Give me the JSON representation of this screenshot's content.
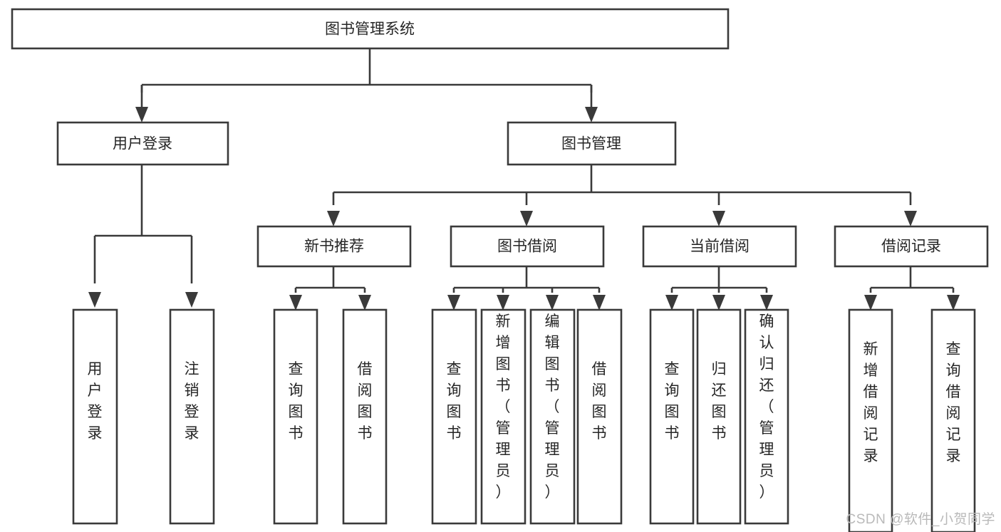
{
  "diagram": {
    "type": "tree",
    "title": "图书管理系统",
    "watermark": "CSDN @软件_小贺同学",
    "colors": {
      "stroke": "#3a3a3a",
      "box_fill": "#ffffff",
      "text": "#262626",
      "background": "#ffffff",
      "watermark": "#b9b9b9"
    },
    "nodes": {
      "root": {
        "label": "图书管理系统",
        "level": 0,
        "orientation": "horizontal"
      },
      "l1_a": {
        "label": "用户登录",
        "level": 1,
        "orientation": "horizontal"
      },
      "l1_b": {
        "label": "图书管理",
        "level": 1,
        "orientation": "horizontal"
      },
      "l2_a": {
        "label": "新书推荐",
        "level": 2,
        "orientation": "horizontal"
      },
      "l2_b": {
        "label": "图书借阅",
        "level": 2,
        "orientation": "horizontal"
      },
      "l2_c": {
        "label": "当前借阅",
        "level": 2,
        "orientation": "horizontal"
      },
      "l2_d": {
        "label": "借阅记录",
        "level": 2,
        "orientation": "horizontal"
      },
      "leaf_1": {
        "label": "用户登录",
        "level": 3,
        "orientation": "vertical"
      },
      "leaf_2": {
        "label": "注销登录",
        "level": 3,
        "orientation": "vertical"
      },
      "leaf_3": {
        "label": "查询图书",
        "level": 3,
        "orientation": "vertical"
      },
      "leaf_4": {
        "label": "借阅图书",
        "level": 3,
        "orientation": "vertical"
      },
      "leaf_5": {
        "label": "查询图书",
        "level": 3,
        "orientation": "vertical"
      },
      "leaf_6": {
        "label": "新增图书（管理员）",
        "level": 3,
        "orientation": "vertical"
      },
      "leaf_7": {
        "label": "编辑图书（管理员）",
        "level": 3,
        "orientation": "vertical"
      },
      "leaf_8": {
        "label": "借阅图书",
        "level": 3,
        "orientation": "vertical"
      },
      "leaf_9": {
        "label": "查询图书",
        "level": 3,
        "orientation": "vertical"
      },
      "leaf_10": {
        "label": "归还图书",
        "level": 3,
        "orientation": "vertical"
      },
      "leaf_11": {
        "label": "确认归还（管理员）",
        "level": 3,
        "orientation": "vertical"
      },
      "leaf_12": {
        "label": "新增借阅记录",
        "level": 3,
        "orientation": "vertical"
      },
      "leaf_13": {
        "label": "查询借阅记录",
        "level": 3,
        "orientation": "vertical"
      }
    },
    "hierarchy": [
      {
        "label": "图书管理系统",
        "children": [
          {
            "label": "用户登录",
            "children": [
              {
                "label": "用户登录"
              },
              {
                "label": "注销登录"
              }
            ]
          },
          {
            "label": "图书管理",
            "children": [
              {
                "label": "新书推荐",
                "children": [
                  {
                    "label": "查询图书"
                  },
                  {
                    "label": "借阅图书"
                  }
                ]
              },
              {
                "label": "图书借阅",
                "children": [
                  {
                    "label": "查询图书"
                  },
                  {
                    "label": "新增图书（管理员）"
                  },
                  {
                    "label": "编辑图书（管理员）"
                  },
                  {
                    "label": "借阅图书"
                  }
                ]
              },
              {
                "label": "当前借阅",
                "children": [
                  {
                    "label": "查询图书"
                  },
                  {
                    "label": "归还图书"
                  },
                  {
                    "label": "确认归还（管理员）"
                  }
                ]
              },
              {
                "label": "借阅记录",
                "children": [
                  {
                    "label": "新增借阅记录"
                  },
                  {
                    "label": "查询借阅记录"
                  }
                ]
              }
            ]
          }
        ]
      }
    ]
  }
}
